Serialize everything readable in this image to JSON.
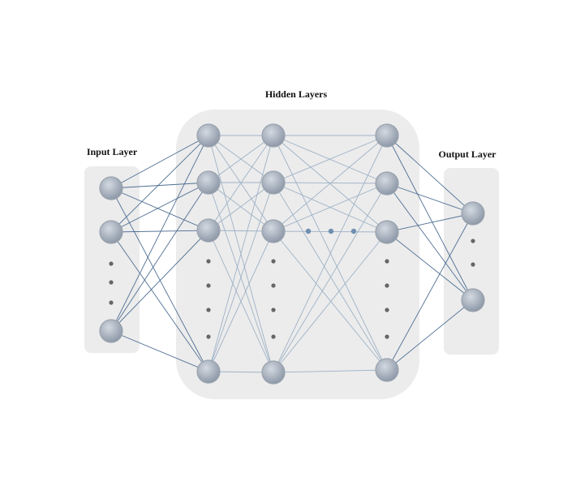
{
  "labels": {
    "input": "Input Layer",
    "hidden": "Hidden Layers",
    "output": "Output Layer"
  },
  "colors": {
    "background": "#ffffff",
    "panel": "#ececec",
    "node_fill_light": "#c9d0d9",
    "node_fill_dark": "#8e99a8",
    "node_stroke": "#9aa3ae",
    "edge_dark": "#4f6f94",
    "edge_light": "#9fb2c6",
    "ellipsis_dot": "#666666",
    "ellipsis_dot_blue": "#6f8fb0"
  }
}
